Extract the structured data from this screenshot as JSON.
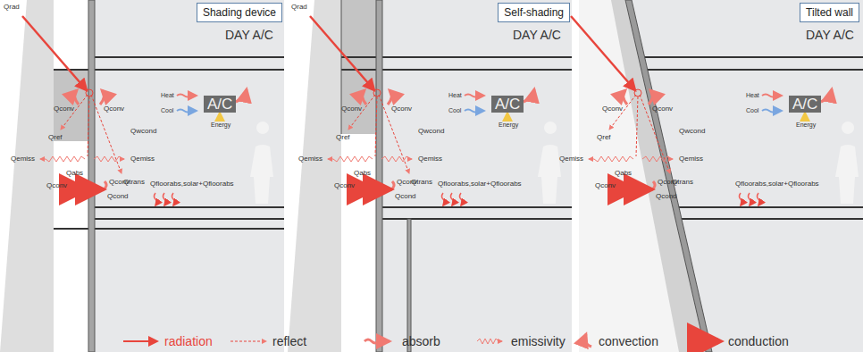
{
  "diagram": {
    "nodes": [
      {
        "text": [
          "Shading device"
        ]
      },
      {
        "text": [
          "A/C"
        ]
      },
      {
        "text": [
          "Self-shading"
        ]
      },
      {
        "text": [
          "A/C"
        ]
      },
      {
        "text": [
          "Tilted wall"
        ]
      },
      {
        "text": [
          "A/C"
        ]
      }
    ],
    "labels": [
      "DAY A/C",
      "Qrad",
      "Heat",
      "Cool",
      "Energy",
      "Qconv",
      "Qconv",
      "Qref",
      "Qemiss",
      "Qabs",
      "Qemiss",
      "Qwcond",
      "Qtrans",
      "Qconv",
      "Qconv",
      "Qcond",
      "Qfloorabs,solar+Qfloorabs",
      "DAY A/C",
      "Qrad",
      "Heat",
      "Cool",
      "Energy",
      "Qconv",
      "Qconv",
      "Qref",
      "Qemiss",
      "Qabs",
      "Qemiss",
      "Qwcond",
      "Qtrans",
      "Qconv",
      "Qconv",
      "Qcond",
      "Qfloorabs,solar+Qfloorabs",
      "DAY A/C",
      "Qrad",
      "Heat",
      "Cool",
      "Energy",
      "Qconv",
      "Qconv",
      "Qref",
      "Qemiss",
      "Qabs",
      "Qemiss",
      "Qwcond",
      "Qtrans",
      "Qconv",
      "Qconv",
      "Qcond",
      "Qfloorabs,solar+Qfloorabs"
    ],
    "legend": [
      {
        "text": "radiation"
      },
      {
        "text": "reflect"
      },
      {
        "text": "absorb"
      },
      {
        "text": "emissivity"
      },
      {
        "text": "convection"
      },
      {
        "text": "conduction"
      }
    ]
  }
}
